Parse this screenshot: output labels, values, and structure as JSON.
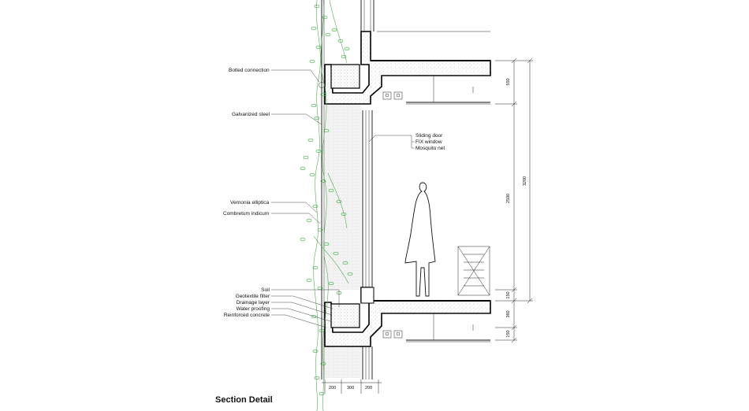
{
  "title": "Section Detail",
  "labels_left": {
    "bolted_connection": "Bolted connection",
    "galvanized_steel": "Galvanized steel",
    "vernonia": "Vernonia elliptica",
    "combretum": "Combretum indicum",
    "soil": "Soil",
    "geotextile": "Geotextile filter",
    "drainage": "Drainage layer",
    "waterproofing": "Water proofing",
    "reinforced_concrete": "Reinforced concrete"
  },
  "labels_right": {
    "sliding_door": "Sliding door",
    "fix_window": "FIX window",
    "mosquito_net": "Mosquito net"
  },
  "dims_vertical": {
    "d550": "550",
    "d2500": "2500",
    "d3200": "3200",
    "d150_top": "150",
    "d360": "360",
    "d150_bottom": "150"
  },
  "dims_horizontal": {
    "d200_left": "200",
    "d300": "300",
    "d200_right": "200"
  },
  "colors": {
    "plant_green": "#3cb043",
    "line": "#111111"
  },
  "icons": [
    "human-figure-icon",
    "plant-vine-icon"
  ]
}
